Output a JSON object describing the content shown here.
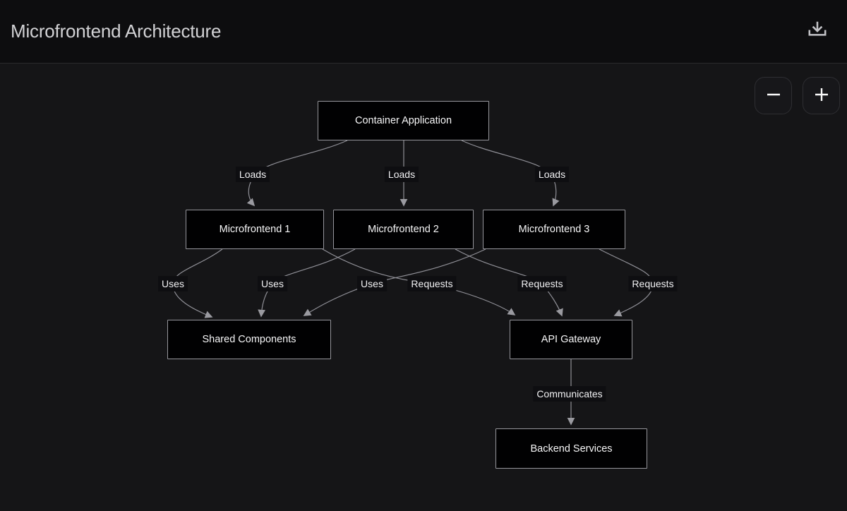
{
  "header": {
    "title": "Microfrontend Architecture"
  },
  "controls": {
    "download_icon": "download-icon",
    "zoom_in_icon": "plus-icon",
    "zoom_out_icon": "minus-icon"
  },
  "colors": {
    "header_bg": "#0d0d0f",
    "canvas_bg": "#151517",
    "node_bg": "#010102",
    "node_border": "#96969c",
    "edge_stroke": "#8f8f96",
    "label_chip_bg": "#0e0e11",
    "text": "#f1f1f3"
  },
  "diagram": {
    "nodes": [
      {
        "id": "container",
        "label": "Container Application"
      },
      {
        "id": "mf1",
        "label": "Microfrontend 1"
      },
      {
        "id": "mf2",
        "label": "Microfrontend 2"
      },
      {
        "id": "mf3",
        "label": "Microfrontend 3"
      },
      {
        "id": "shared",
        "label": "Shared Components"
      },
      {
        "id": "api",
        "label": "API Gateway"
      },
      {
        "id": "backend",
        "label": "Backend Services"
      }
    ],
    "edges": [
      {
        "from": "Container Application",
        "to": "Microfrontend 1",
        "label": "Loads"
      },
      {
        "from": "Container Application",
        "to": "Microfrontend 2",
        "label": "Loads"
      },
      {
        "from": "Container Application",
        "to": "Microfrontend 3",
        "label": "Loads"
      },
      {
        "from": "Microfrontend 1",
        "to": "Shared Components",
        "label": "Uses"
      },
      {
        "from": "Microfrontend 2",
        "to": "Shared Components",
        "label": "Uses"
      },
      {
        "from": "Microfrontend 3",
        "to": "Shared Components",
        "label": "Uses"
      },
      {
        "from": "Microfrontend 1",
        "to": "API Gateway",
        "label": "Requests"
      },
      {
        "from": "Microfrontend 2",
        "to": "API Gateway",
        "label": "Requests"
      },
      {
        "from": "Microfrontend 3",
        "to": "API Gateway",
        "label": "Requests"
      },
      {
        "from": "API Gateway",
        "to": "Backend Services",
        "label": "Communicates"
      }
    ]
  }
}
